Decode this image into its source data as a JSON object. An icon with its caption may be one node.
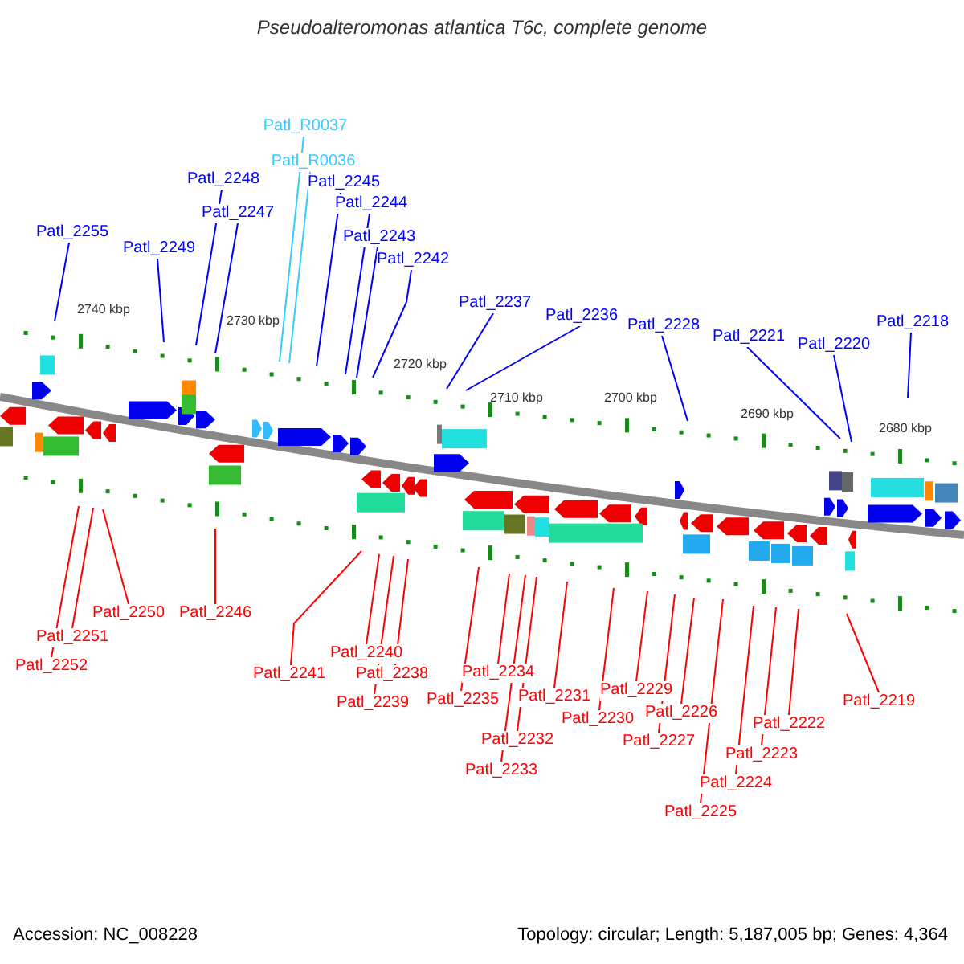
{
  "diagram": {
    "title": "Pseudoalteromonas atlantica T6c, complete genome",
    "nodes": [
      {
        "text": [
          "Patl_2255"
        ]
      },
      {
        "text": [
          "Patl_2249"
        ]
      },
      {
        "text": [
          "Patl_2248"
        ]
      },
      {
        "text": [
          "Patl_2247"
        ]
      },
      {
        "text": [
          "Patl_R0037"
        ]
      },
      {
        "text": [
          "Patl_R0036"
        ]
      },
      {
        "text": [
          "Patl_2245"
        ]
      },
      {
        "text": [
          "Patl_2244"
        ]
      },
      {
        "text": [
          "Patl_2243"
        ]
      },
      {
        "text": [
          "Patl_2242"
        ]
      },
      {
        "text": [
          "Patl_2237"
        ]
      },
      {
        "text": [
          "Patl_2236"
        ]
      },
      {
        "text": [
          "Patl_2228"
        ]
      },
      {
        "text": [
          "Patl_2221"
        ]
      },
      {
        "text": [
          "Patl_2220"
        ]
      },
      {
        "text": [
          "Patl_2218"
        ]
      },
      {
        "text": [
          "Patl_2250"
        ]
      },
      {
        "text": [
          "Patl_2246"
        ]
      },
      {
        "text": [
          "Patl_2251"
        ]
      },
      {
        "text": [
          "Patl_2252"
        ]
      },
      {
        "text": [
          "Patl_2240"
        ]
      },
      {
        "text": [
          "Patl_2238"
        ]
      },
      {
        "text": [
          "Patl_2241"
        ]
      },
      {
        "text": [
          "Patl_2239"
        ]
      },
      {
        "text": [
          "Patl_2234"
        ]
      },
      {
        "text": [
          "Patl_2231"
        ]
      },
      {
        "text": [
          "Patl_2229"
        ]
      },
      {
        "text": [
          "Patl_2235"
        ]
      },
      {
        "text": [
          "Patl_2219"
        ]
      },
      {
        "text": [
          "Patl_2226"
        ]
      },
      {
        "text": [
          "Patl_2230"
        ]
      },
      {
        "text": [
          "Patl_2222"
        ]
      },
      {
        "text": [
          "Patl_2232"
        ]
      },
      {
        "text": [
          "Patl_2227"
        ]
      },
      {
        "text": [
          "Patl_2223"
        ]
      },
      {
        "text": [
          "Patl_2233"
        ]
      },
      {
        "text": [
          "Patl_2224"
        ]
      },
      {
        "text": [
          "Patl_2225"
        ]
      }
    ],
    "edges": [
      {
        "from": 0,
        "to": null,
        "arrow": "none",
        "color": "#0000ff"
      },
      {
        "from": 1,
        "to": null,
        "arrow": "none",
        "color": "#0000ff"
      },
      {
        "from": 2,
        "to": null,
        "arrow": "none",
        "color": "#0000ff"
      },
      {
        "from": 3,
        "to": null,
        "arrow": "none",
        "color": "#0000ff"
      },
      {
        "from": 4,
        "to": null,
        "arrow": "none",
        "color": "#33ccff"
      },
      {
        "from": 5,
        "to": null,
        "arrow": "none",
        "color": "#33ccff"
      },
      {
        "from": 6,
        "to": null,
        "arrow": "none",
        "color": "#0000ff"
      },
      {
        "from": 7,
        "to": null,
        "arrow": "none",
        "color": "#0000ff"
      },
      {
        "from": 8,
        "to": null,
        "arrow": "none",
        "color": "#0000ff"
      },
      {
        "from": 9,
        "to": null,
        "arrow": "none",
        "color": "#0000ff"
      },
      {
        "from": 10,
        "to": null,
        "arrow": "none",
        "color": "#0000ff"
      },
      {
        "from": 11,
        "to": null,
        "arrow": "none",
        "color": "#0000ff"
      },
      {
        "from": 12,
        "to": null,
        "arrow": "none",
        "color": "#0000ff"
      },
      {
        "from": 13,
        "to": null,
        "arrow": "none",
        "color": "#0000ff"
      },
      {
        "from": 14,
        "to": null,
        "arrow": "none",
        "color": "#0000ff"
      },
      {
        "from": 15,
        "to": null,
        "arrow": "none",
        "color": "#0000ff"
      },
      {
        "from": 16,
        "to": null,
        "arrow": "none"
      },
      {
        "from": 17,
        "to": null,
        "arrow": "none"
      },
      {
        "from": 18,
        "to": null,
        "arrow": "none"
      },
      {
        "from": 19,
        "to": null,
        "arrow": "none"
      },
      {
        "from": 20,
        "to": null,
        "arrow": "none"
      },
      {
        "from": 21,
        "to": null,
        "arrow": "none"
      },
      {
        "from": 22,
        "to": null,
        "arrow": "none"
      },
      {
        "from": 23,
        "to": null,
        "arrow": "none"
      },
      {
        "from": 24,
        "to": null,
        "arrow": "none"
      },
      {
        "from": 25,
        "to": null,
        "arrow": "none"
      },
      {
        "from": 26,
        "to": null,
        "arrow": "none"
      },
      {
        "from": 27,
        "to": null,
        "arrow": "none"
      },
      {
        "from": 28,
        "to": null,
        "arrow": "none"
      },
      {
        "from": 29,
        "to": null,
        "arrow": "none"
      },
      {
        "from": 30,
        "to": null,
        "arrow": "none"
      },
      {
        "from": 31,
        "to": null,
        "arrow": "none"
      },
      {
        "from": 32,
        "to": null,
        "arrow": "none"
      },
      {
        "from": 33,
        "to": null,
        "arrow": "none"
      },
      {
        "from": 34,
        "to": null,
        "arrow": "none"
      },
      {
        "from": 35,
        "to": null,
        "arrow": "none"
      },
      {
        "from": 36,
        "to": null,
        "arrow": "none"
      },
      {
        "from": 37,
        "to": null,
        "arrow": "none"
      }
    ],
    "labels": [
      "2740 kbp",
      "2730 kbp",
      "2720 kbp",
      "2710 kbp",
      "2700 kbp",
      "2690 kbp",
      "2680 kbp",
      "Accession: NC_008228",
      "Topology: circular; Length: 5,187,005 bp; Genes: 4,364"
    ]
  }
}
